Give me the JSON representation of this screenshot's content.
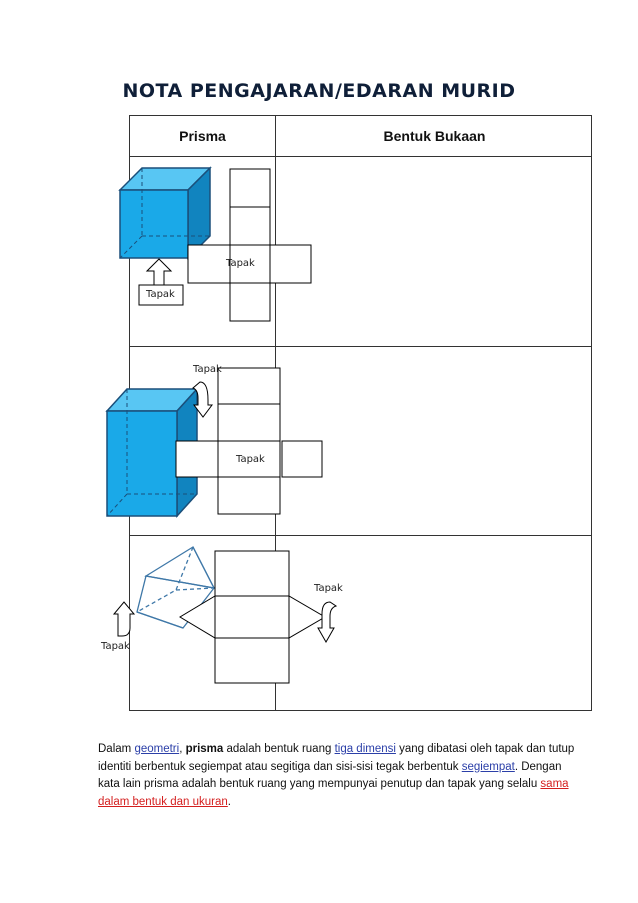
{
  "title": "NOTA PENGAJARAN/EDARAN MURID",
  "table": {
    "headers": [
      "Prisma",
      "Bentuk Bukaan"
    ]
  },
  "labels": {
    "tapak": "Tapak"
  },
  "colors": {
    "prism_face": "#1aa9e8",
    "prism_top": "#58c6f3",
    "prism_side": "#1184bf",
    "prism_edge": "#1b4f7a",
    "link_blue": "#2b3fa8",
    "link_red": "#d41e1e"
  },
  "paragraph": {
    "p1": "Dalam ",
    "link_geometri": "geometri",
    "p2": ", ",
    "bold_prisma": "prisma",
    "p3": " adalah bentuk ruang ",
    "link_tiga_dimensi": "tiga dimensi",
    "p4": " yang dibatasi oleh tapak dan tutup identiti berbentuk segiempat atau segitiga dan sisi-sisi tegak berbentuk ",
    "link_segiempat": "segiempat",
    "p5": ". Dengan kata lain prisma adalah bentuk ruang yang mempunyai penutup dan tapak yang selalu ",
    "link_sama": "sama dalam bentuk dan ukuran",
    "p6": "."
  }
}
